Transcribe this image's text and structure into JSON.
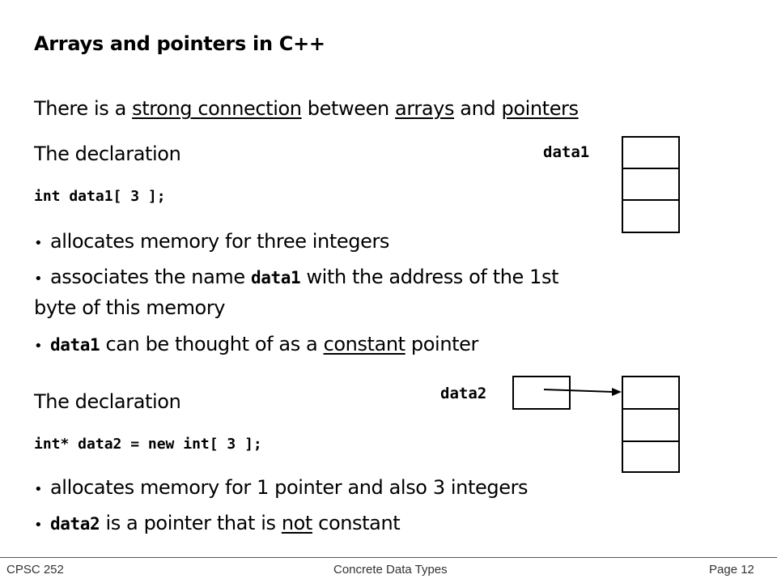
{
  "slide": {
    "title": "Arrays and pointers in C++",
    "intro": {
      "pre": "There is a ",
      "u1": "strong connection",
      "mid1": " between ",
      "u2": "arrays",
      "mid2": " and ",
      "u3": "pointers"
    },
    "section1": {
      "heading": "The declaration",
      "code": "int data1[ 3 ];",
      "bullet1": "allocates memory for three integers",
      "bullet2": {
        "pre": "associates the name ",
        "code": "data1",
        "post": " with the address of the 1st",
        "line2": "byte of this memory"
      },
      "bullet3": {
        "code": "data1",
        "mid": " can be thought of as a ",
        "u": "constant",
        "post": " pointer"
      },
      "diagram_label": "data1"
    },
    "section2": {
      "heading": "The declaration",
      "code": "int* data2 = new int[ 3 ];",
      "bullet1": "allocates memory for 1 pointer and also 3 integers",
      "bullet2": {
        "code": "data2",
        "mid": " is a pointer that is ",
        "u": "not",
        "post": " constant"
      },
      "diagram_label": "data2"
    }
  },
  "footer": {
    "left": "CPSC 252",
    "center": "Concrete Data Types",
    "right": "Page 12"
  }
}
